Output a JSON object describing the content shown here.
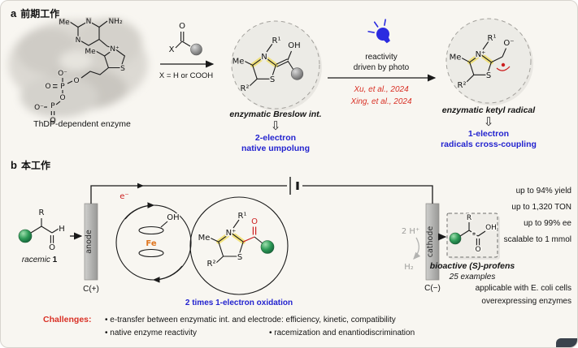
{
  "icons": {
    "down_block_arrow": "⇩"
  },
  "panel_a": {
    "tag": "a",
    "title": "前期工作",
    "enzyme": {
      "caption": "ThDP-dependent enzyme",
      "atoms": {
        "me_pyr": "Me",
        "nh2": "NH₂",
        "n1": "N",
        "n2": "N",
        "me_thz": "Me",
        "n_plus": "N⁺",
        "s": "S",
        "o1": "O",
        "p1": "P",
        "o1_minus": "O⁻",
        "o1_dbl": "O",
        "o2": "O",
        "p2": "P",
        "o2_minus": "O⁻",
        "o2_dbl": "O"
      }
    },
    "substrate": {
      "x": "X",
      "o": "O",
      "condition": "X = H or COOH"
    },
    "breslow": {
      "atoms": {
        "r1": "R¹",
        "me": "Me",
        "n": "N",
        "s": "S",
        "r2": "R²",
        "oh": "OH"
      },
      "caption": "enzymatic Breslow int.",
      "note1": "2-electron",
      "note2": "native umpolung"
    },
    "photo": {
      "line1": "reactivity",
      "line2": "driven by photo",
      "ref1": "Xu, et al., 2024",
      "ref2": "Xing, et al., 2024"
    },
    "ketyl": {
      "atoms": {
        "r1": "R¹",
        "me": "Me",
        "n_plus": "N⁺",
        "s": "S",
        "r2": "R²",
        "o_minus": "O⁻"
      },
      "caption": "enzymatic ketyl radical",
      "note1": "1-electron",
      "note2": "radicals cross-coupling"
    }
  },
  "panel_b": {
    "tag": "b",
    "title": "本工作",
    "substrate": {
      "r": "R",
      "h": "H",
      "o": "O",
      "caption": "racemic",
      "number": "1"
    },
    "electron": "e⁻",
    "anode": {
      "name": "anode",
      "terminal": "C(+)"
    },
    "cathode": {
      "name": "cathode",
      "terminal": "C(−)",
      "protons": "2 H⁺",
      "hydrogen": "H₂"
    },
    "mediator": {
      "fe": "Fe",
      "oh": "OH"
    },
    "intermediate": {
      "r1": "R¹",
      "me": "Me",
      "n_plus": "N⁺",
      "s": "S",
      "r2": "R²",
      "o": "O"
    },
    "oxidation_note": "2 times 1-electron oxidation",
    "product": {
      "r": "R",
      "star": "*",
      "o": "O",
      "oh": "OH",
      "caption": "bioactive (S)-profens",
      "examples": "25 examples"
    },
    "results": [
      "up to 94% yield",
      "up to 1,320 TON",
      "up to 99% ee",
      "scalable to 1 mmol",
      "applicable with E. coli cells",
      "overexpressing enzymes"
    ]
  },
  "challenges": {
    "label": "Challenges:",
    "items": [
      "• e-transfer between enzymatic int. and electrode: efficiency, kinetic, compatibility",
      "• native enzyme reactivity",
      "• racemization and enantiodiscrimination"
    ]
  }
}
